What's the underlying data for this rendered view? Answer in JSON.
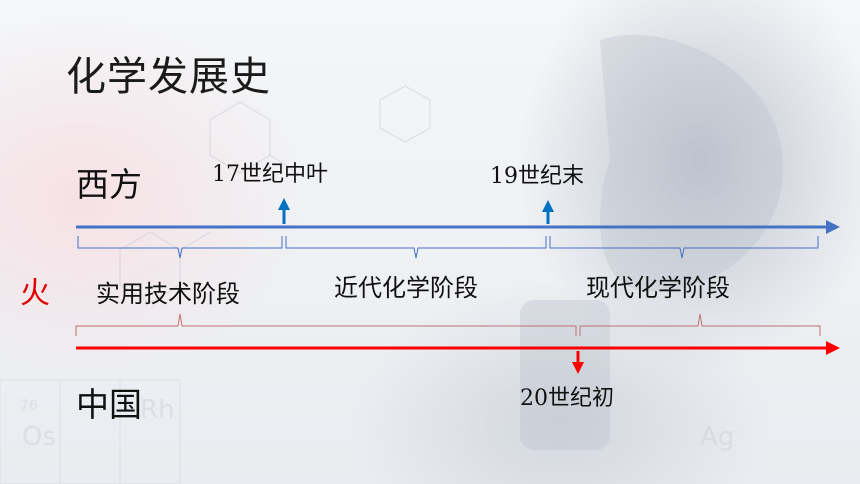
{
  "title": "化学发展史",
  "regions": {
    "west": "西方",
    "china": "中国"
  },
  "markers": {
    "west_1": "17世纪中叶",
    "west_2": "19世纪末",
    "china_1": "20世纪初"
  },
  "fire_label": "火",
  "stages": [
    "实用技术阶段",
    "近代化学阶段",
    "现代化学阶段"
  ],
  "colors": {
    "west_line": "#4472c4",
    "china_line": "#ff0000",
    "marker_west": "#0070c0"
  }
}
